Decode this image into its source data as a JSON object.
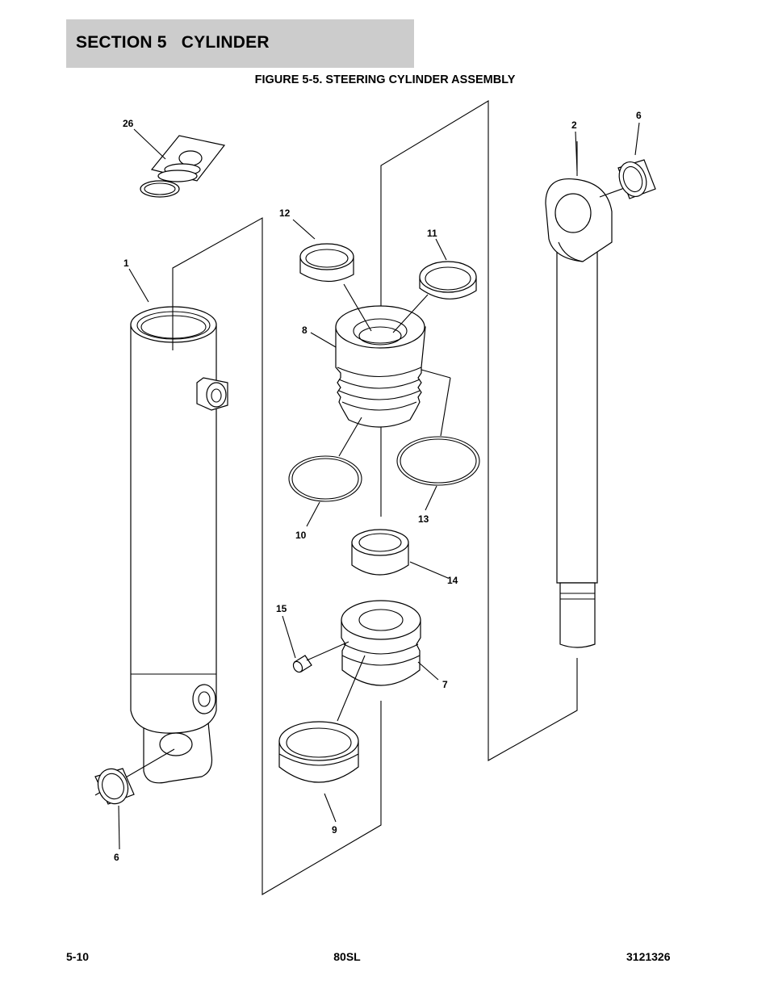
{
  "section": {
    "title": "SECTION 5   CYLINDER"
  },
  "figure": {
    "title": "FIGURE 5-5. STEERING CYLINDER ASSEMBLY"
  },
  "callouts": {
    "c26": "26",
    "c1": "1",
    "c12": "12",
    "c11": "11",
    "c8": "8",
    "c2": "2",
    "c6_top": "6",
    "c6_bottom": "6",
    "c10": "10",
    "c13": "13",
    "c14": "14",
    "c15": "15",
    "c7": "7",
    "c9": "9"
  },
  "footer": {
    "page": "5-10",
    "model": "80SL",
    "doc_number": "3121326"
  }
}
